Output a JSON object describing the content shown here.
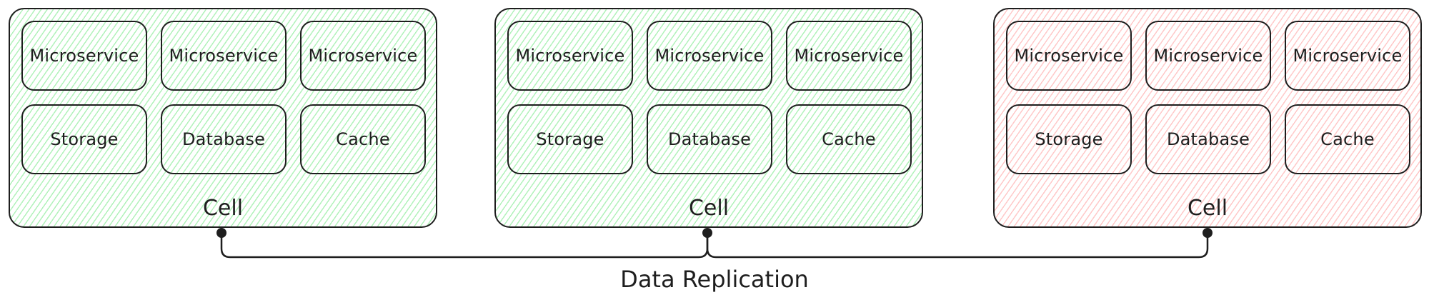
{
  "diagram": {
    "cells": [
      {
        "label": "Cell",
        "fill": "#b2f2bb",
        "state": "healthy",
        "components": [
          "Microservice",
          "Microservice",
          "Microservice",
          "Storage",
          "Database",
          "Cache"
        ]
      },
      {
        "label": "Cell",
        "fill": "#b2f2bb",
        "state": "healthy",
        "components": [
          "Microservice",
          "Microservice",
          "Microservice",
          "Storage",
          "Database",
          "Cache"
        ]
      },
      {
        "label": "Cell",
        "fill": "#ffc9c9",
        "state": "unhealthy",
        "components": [
          "Microservice",
          "Microservice",
          "Microservice",
          "Storage",
          "Database",
          "Cache"
        ]
      }
    ],
    "connector": {
      "label": "Data Replication",
      "stroke": "#1e1e1e"
    }
  }
}
